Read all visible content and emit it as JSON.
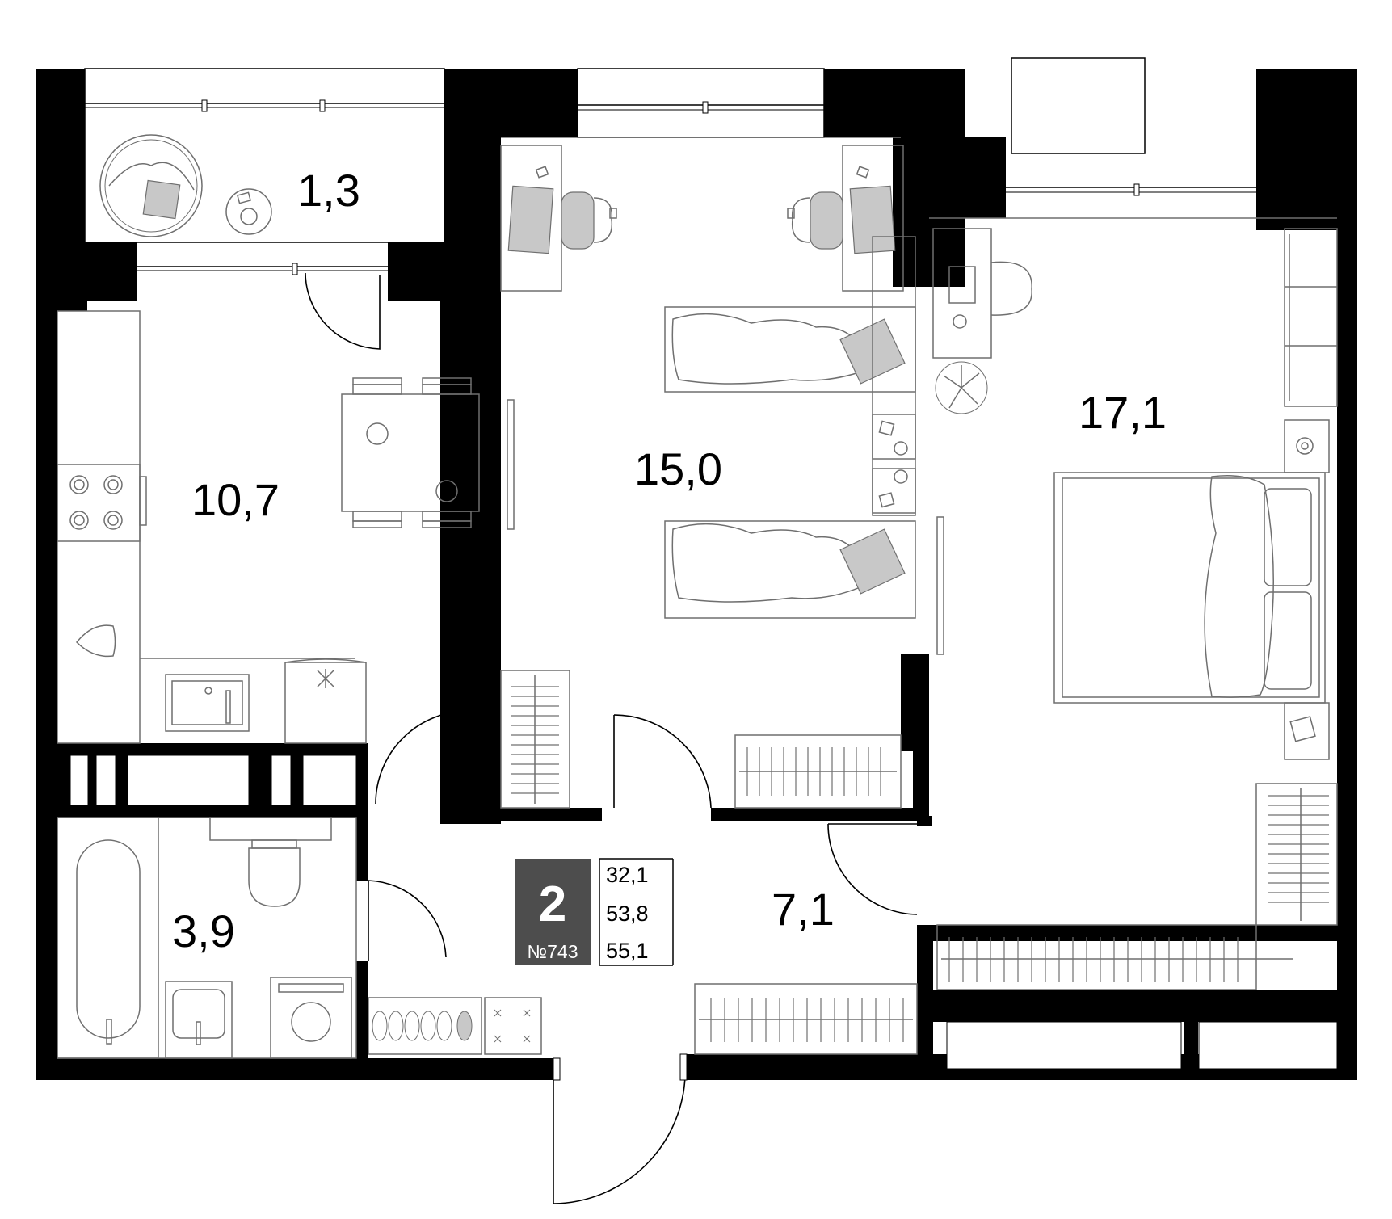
{
  "rooms": {
    "balcony_area": "1,3",
    "kitchen_area": "10,7",
    "kids_room_area": "15,0",
    "bedroom_area": "17,1",
    "bathroom_area": "3,9",
    "hall_area": "7,1"
  },
  "badge": {
    "room_count": "2",
    "apartment_number": "№743",
    "living_area": "32,1",
    "total_area": "53,8",
    "total_area_with_balcony": "55,1"
  },
  "colors": {
    "wall": "#000000",
    "badge_background": "#4d4d4d",
    "furniture_line": "#6f6f6f",
    "furniture_fill": "#c8c8c8"
  }
}
